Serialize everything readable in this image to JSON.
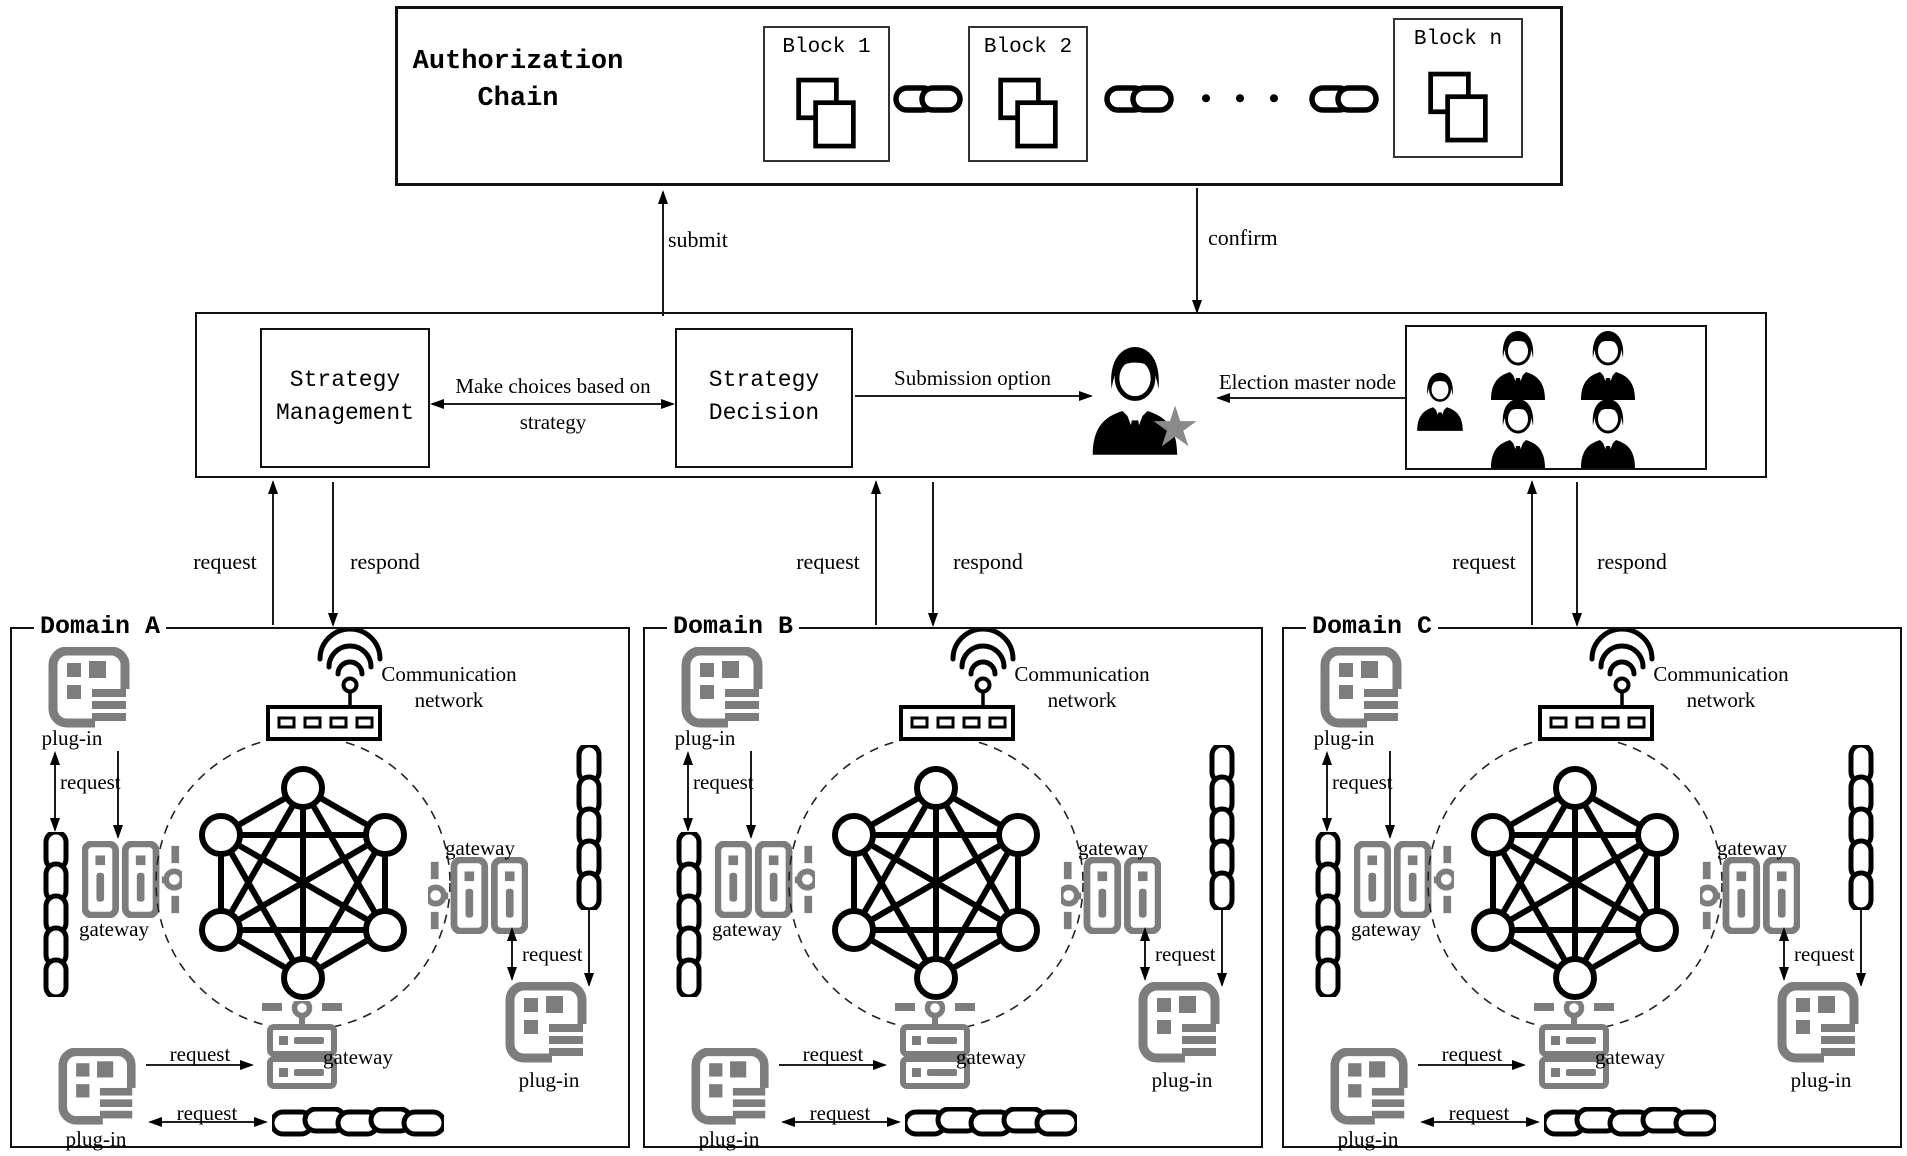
{
  "title_box": {
    "title_line1": "Authorization",
    "title_line2": "Chain",
    "blocks": [
      "Block 1",
      "Block 2",
      "Block n"
    ],
    "dots": "• • •"
  },
  "flows": {
    "submit": "submit",
    "confirm": "confirm"
  },
  "panel": {
    "strategy_management_line1": "Strategy",
    "strategy_management_line2": "Management",
    "strategy_decision_line1": "Strategy",
    "strategy_decision_line2": "Decision",
    "make_choices_line1": "Make choices based on",
    "make_choices_line2": "strategy",
    "submission_option": "Submission option",
    "election_master_node": "Election master node",
    "star_glyph": "★"
  },
  "domain_arrows": {
    "request": "request",
    "respond": "respond"
  },
  "domains": {
    "items": [
      {
        "label": "Domain A"
      },
      {
        "label": "Domain B"
      },
      {
        "label": "Domain C"
      }
    ],
    "common": {
      "plugin": "plug-in",
      "gateway": "gateway",
      "request": "request",
      "comm_line1": "Communication",
      "comm_line2": "network"
    }
  },
  "colors": {
    "line": "#000000",
    "icon_gray": "#7d7d7d",
    "star_gray": "#8a8a8a",
    "background": "#ffffff"
  }
}
